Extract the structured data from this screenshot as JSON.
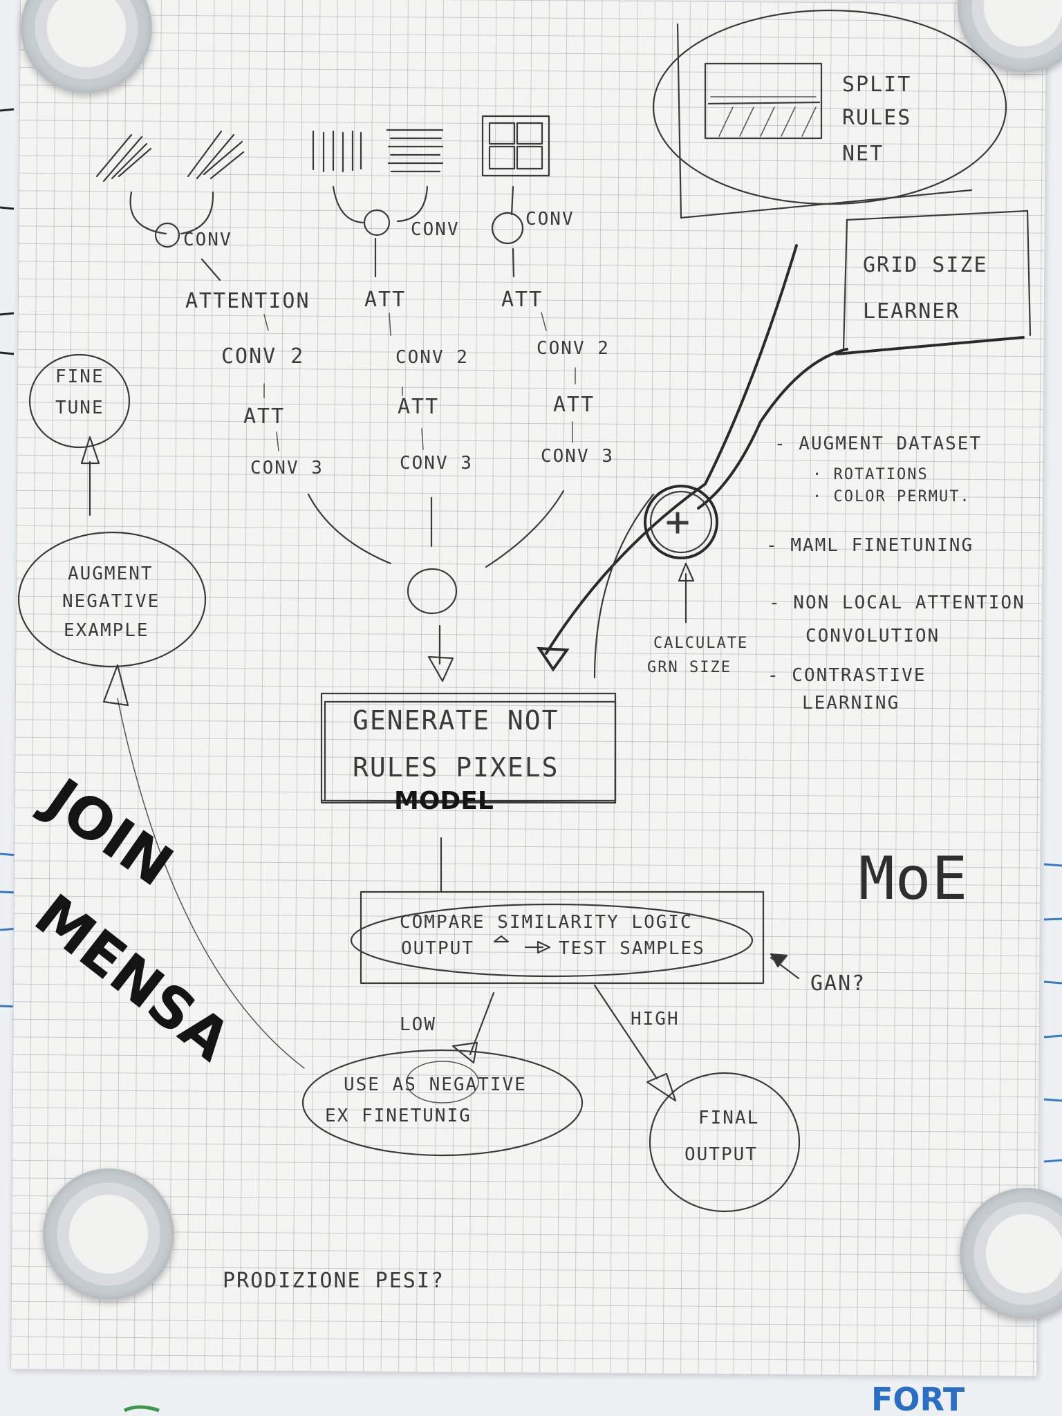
{
  "notes": {
    "filters": {
      "conv_a": "CONV",
      "conv_b": "CONV",
      "conv_c": "CONV"
    },
    "branch1": {
      "attention": "ATTENTION",
      "conv2": "CONV 2",
      "att": "ATT",
      "conv3": "CONV 3"
    },
    "branch2": {
      "att": "ATT",
      "conv2": "CONV 2",
      "att2": "ATT",
      "conv3": "CONV 3"
    },
    "branch3": {
      "att": "ATT",
      "conv2": "CONV 2",
      "att2": "ATT",
      "conv3": "CONV 3"
    },
    "split_rules_net": [
      "SPLIT",
      "RULES",
      "NET"
    ],
    "grid_size_learner": [
      "GRID SIZE",
      "LEARNER"
    ],
    "fine_tune": [
      "FINE",
      "TUNE"
    ],
    "augment_negative": [
      "AUGMENT",
      "NEGATIVE",
      "EXAMPLE"
    ],
    "generate_box": [
      "GENERATE NOT",
      "RULES PIXELS"
    ],
    "model_label": "MODEL",
    "compare_box": [
      "COMPARE SIMILARITY LOGIC",
      "OUTPUT",
      "TEST SAMPLES"
    ],
    "gan": "GAN?",
    "low": "LOW",
    "high": "HIGH",
    "use_negative": [
      "USE AS NEGATIVE",
      "EX FINETUNIG"
    ],
    "final_output": [
      "FINAL",
      "OUTPUT"
    ],
    "calculate": [
      "CALCULATE",
      "GRN SIZE"
    ],
    "plus": "+",
    "bullets": [
      "- AUGMENT DATASET",
      "· ROTATIONS",
      "· COLOR PERMUT.",
      "- MAML FINETUNING",
      "- NON LOCAL ATTENTION",
      "CONVOLUTION",
      "- CONTRASTIVE",
      "LEARNING"
    ],
    "moe": "MoE",
    "join_mensa": [
      "JOIN",
      "MENSA"
    ],
    "bottom_note": "PRODIZIONE PESI?",
    "corner_text": "FORT"
  }
}
